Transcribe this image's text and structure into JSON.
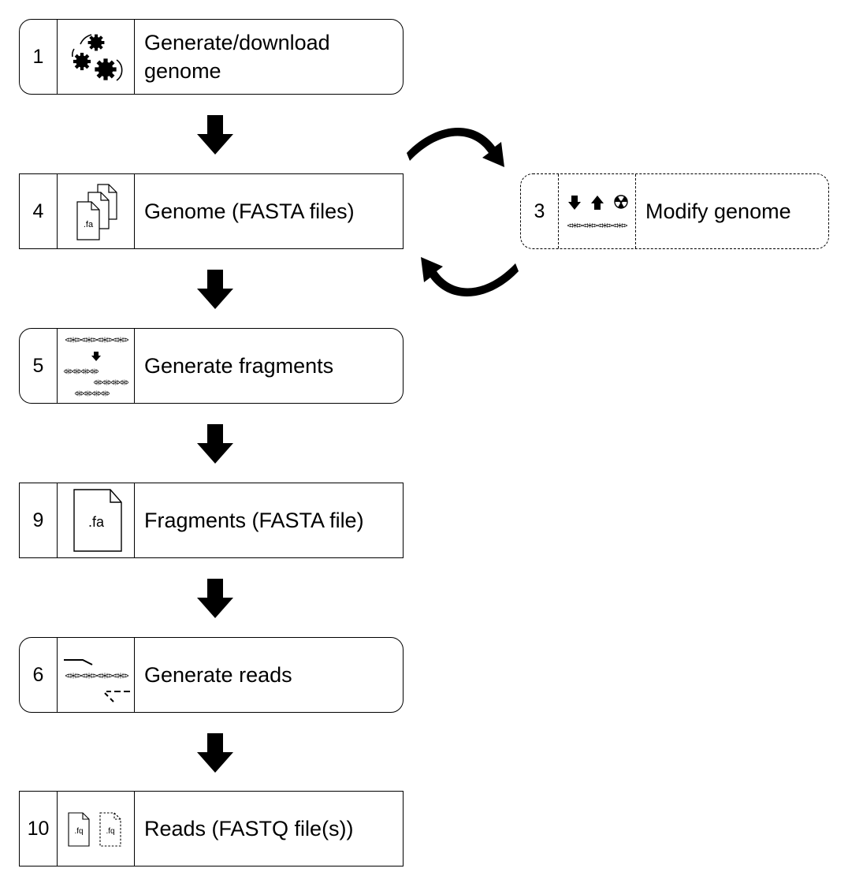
{
  "steps": [
    {
      "number": "1",
      "label": "Generate/download genome",
      "icon": "gears-icon"
    },
    {
      "number": "4",
      "label": "Genome (FASTA files)",
      "icon": "fasta-files-icon",
      "icon_text": ".fa"
    },
    {
      "number": "5",
      "label": "Generate fragments",
      "icon": "dna-fragmentation-icon"
    },
    {
      "number": "9",
      "label": "Fragments (FASTA file)",
      "icon": "fasta-file-icon",
      "icon_text": ".fa"
    },
    {
      "number": "6",
      "label": "Generate reads",
      "icon": "dna-reads-icon"
    },
    {
      "number": "10",
      "label": "Reads (FASTQ file(s))",
      "icon": "fastq-files-icon",
      "icon_text": ".fq"
    }
  ],
  "side_step": {
    "number": "3",
    "label": "Modify genome",
    "icon": "mutation-icon"
  },
  "colors": {
    "stroke": "#000000",
    "background": "#ffffff"
  }
}
